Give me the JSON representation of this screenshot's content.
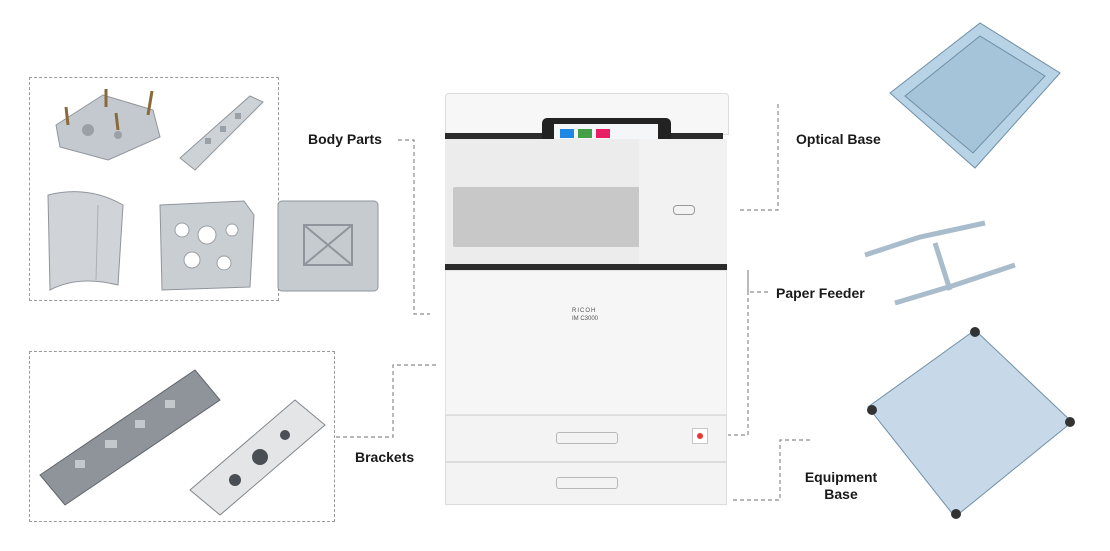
{
  "labels": {
    "body_parts": "Body Parts",
    "brackets": "Brackets",
    "optical_base": "Optical Base",
    "paper_feeder": "Paper Feeder",
    "equipment_base_line1": "Equipment",
    "equipment_base_line2": "Base"
  },
  "printer": {
    "brand": "RICOH",
    "model": "IM C3000"
  },
  "colors": {
    "metal": "#c9cdd2",
    "metal_dark": "#8f959c",
    "galvanized": "#b9d3e6",
    "printer_body": "#f3f3f3",
    "screen_accent": "#1e88e5"
  }
}
